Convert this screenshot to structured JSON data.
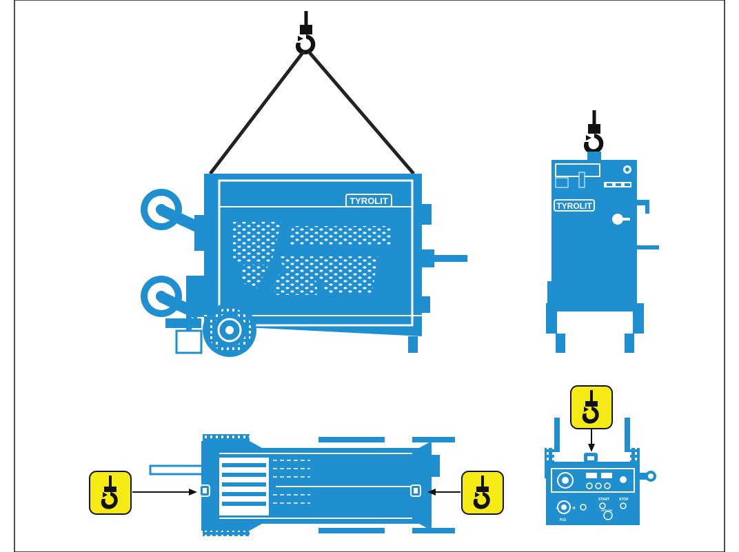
{
  "brand": {
    "logo_text": "TYROLIT",
    "machine_color": "#1f8fcf",
    "warning_color": "#f5ea14"
  },
  "panel_labels": {
    "start": "START",
    "stop": "STOP",
    "off_on": "OFF/ ON",
    "p10": "P10"
  },
  "icons": {
    "crane_hook": "crane-hook-icon",
    "lifting_point_badge": "lifting-point-badge-icon",
    "arrow": "arrow-icon"
  },
  "views": [
    "side-view-lifted",
    "front-view-lifted",
    "top-view-lifting-points",
    "rear-view-lifting-point"
  ]
}
